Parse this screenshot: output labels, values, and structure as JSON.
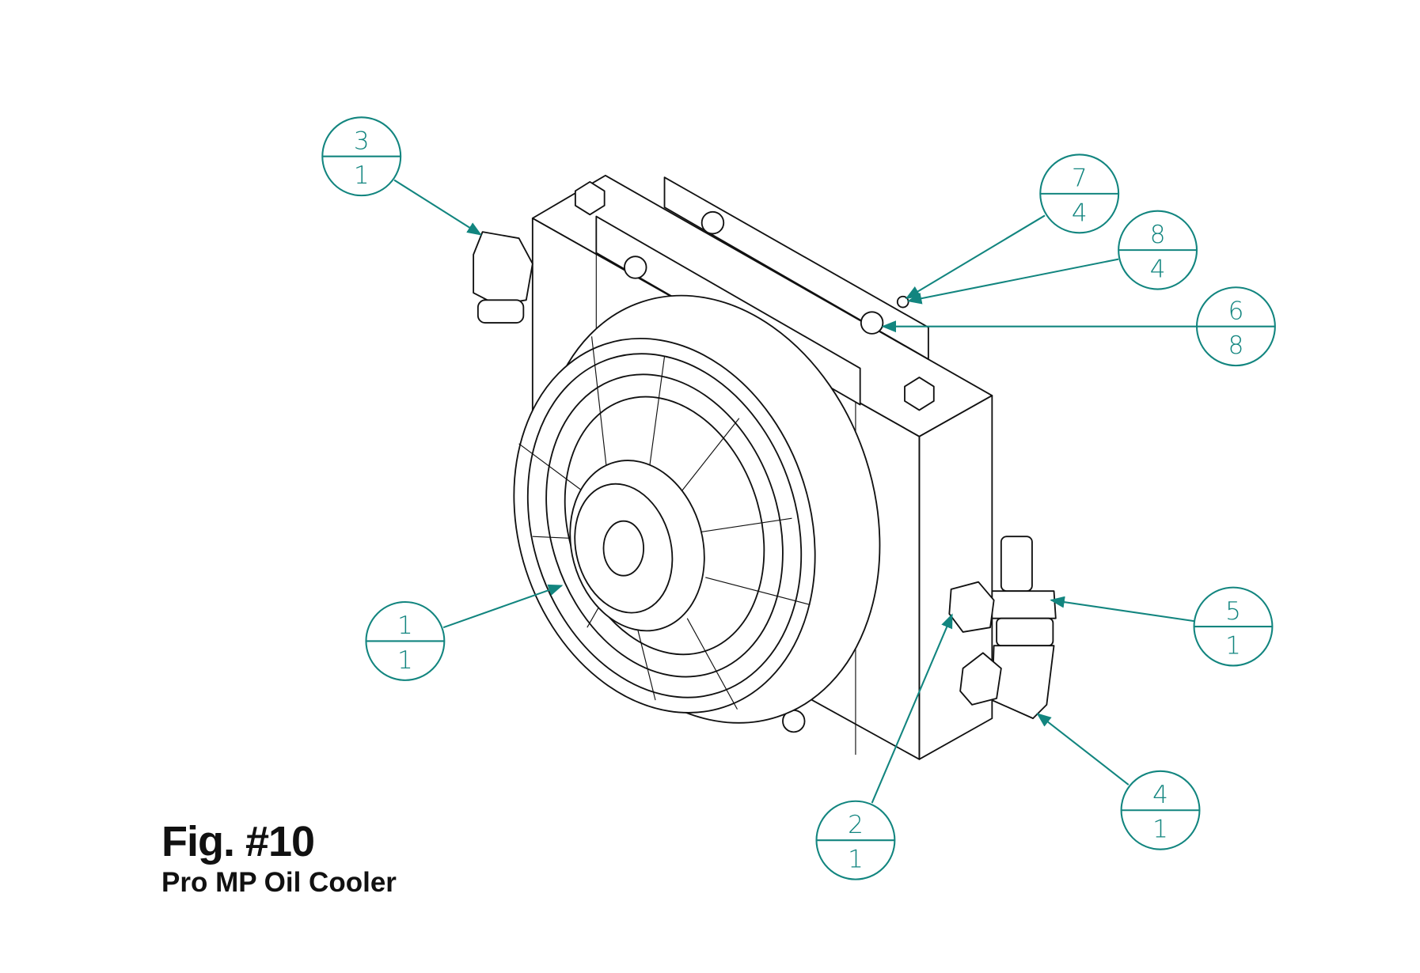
{
  "figure": {
    "title": "Fig. #10",
    "subtitle": "Pro MP Oil Cooler"
  },
  "callouts": [
    {
      "item": "3",
      "qty": "1"
    },
    {
      "item": "7",
      "qty": "4"
    },
    {
      "item": "8",
      "qty": "4"
    },
    {
      "item": "6",
      "qty": "8"
    },
    {
      "item": "1",
      "qty": "1"
    },
    {
      "item": "5",
      "qty": "1"
    },
    {
      "item": "4",
      "qty": "1"
    },
    {
      "item": "2",
      "qty": "1"
    }
  ],
  "colors": {
    "callout": "#12857f",
    "line": "#111111"
  }
}
